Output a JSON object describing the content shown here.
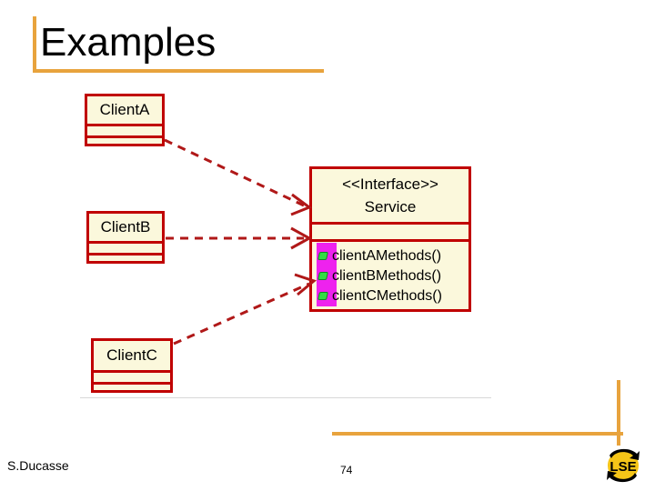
{
  "slide": {
    "title": "Examples",
    "accent_color": "#E8A33D",
    "uml_border_color": "#C00000",
    "uml_fill_color": "#FBF8DC",
    "highlight_color": "#EE22EE",
    "marker_color": "#33DD44"
  },
  "diagram": {
    "classes": [
      {
        "name": "ClientA"
      },
      {
        "name": "ClientB"
      },
      {
        "name": "ClientC"
      }
    ],
    "interface": {
      "stereotype": "<<Interface>>",
      "name": "Service",
      "methods": [
        {
          "label": "clientAMethods()",
          "marker": "public-method-icon"
        },
        {
          "label": "clientBMethods()",
          "marker": "public-method-icon"
        },
        {
          "label": "clientCMethods()",
          "marker": "public-method-icon"
        }
      ]
    },
    "relations": [
      {
        "from": "ClientA",
        "to": "Service",
        "type": "dependency"
      },
      {
        "from": "ClientB",
        "to": "Service",
        "type": "dependency"
      },
      {
        "from": "ClientC",
        "to": "Service",
        "type": "dependency"
      }
    ]
  },
  "footer": {
    "author": "S.Ducasse",
    "page_number": "74",
    "logo_text": "LSE"
  }
}
